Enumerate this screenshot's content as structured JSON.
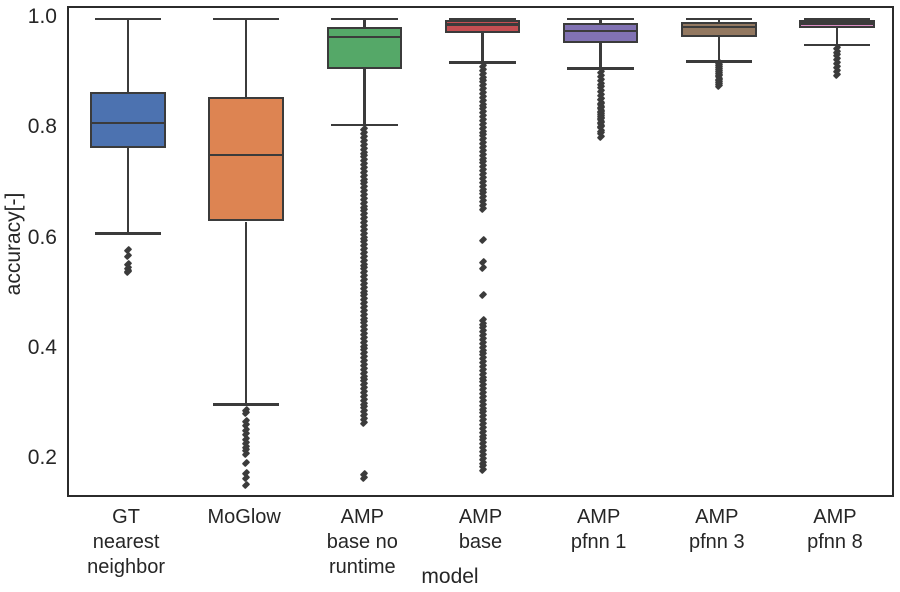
{
  "chart_data": {
    "type": "box",
    "title": "",
    "xlabel": "model",
    "ylabel": "accuracy[-]",
    "ylim": [
      0.13,
      1.02
    ],
    "yticks": [
      0.2,
      0.4,
      0.6,
      0.8,
      1.0
    ],
    "ytick_labels": [
      "0.2",
      "0.4",
      "0.6",
      "0.8",
      "1.0"
    ],
    "grid": false,
    "legend": "none",
    "categories": [
      "GT\nnearest\nneighbor",
      "MoGlow",
      "AMP\nbase no\nruntime",
      "AMP\nbase",
      "AMP\npfnn 1",
      "AMP\npfnn 3",
      "AMP\npfnn 8"
    ],
    "boxes": [
      {
        "label": "GT nearest neighbor",
        "color": "#4c72b0",
        "whisker_low": 0.611,
        "q1": 0.766,
        "median": 0.812,
        "q3": 0.868,
        "whisker_high": 1.0,
        "fliers": [
          0.582,
          0.571,
          0.556,
          0.549,
          0.544,
          0.541
        ]
      },
      {
        "label": "MoGlow",
        "color": "#dd8452",
        "whisker_low": 0.301,
        "q1": 0.633,
        "median": 0.754,
        "q3": 0.859,
        "whisker_high": 1.0,
        "fliers": [
          0.292,
          0.285,
          0.272,
          0.264,
          0.255,
          0.247,
          0.239,
          0.232,
          0.225,
          0.218,
          0.212,
          0.196,
          0.178,
          0.168,
          0.155
        ]
      },
      {
        "label": "AMP base no runtime",
        "color": "#55a868",
        "whisker_low": 0.808,
        "q1": 0.91,
        "median": 0.967,
        "q3": 0.985,
        "whisker_high": 1.0,
        "fliers": [
          0.8,
          0.793,
          0.786,
          0.779,
          0.772,
          0.765,
          0.758,
          0.751,
          0.744,
          0.737,
          0.73,
          0.723,
          0.716,
          0.709,
          0.702,
          0.695,
          0.688,
          0.681,
          0.674,
          0.667,
          0.66,
          0.653,
          0.646,
          0.639,
          0.632,
          0.625,
          0.618,
          0.611,
          0.604,
          0.597,
          0.59,
          0.583,
          0.576,
          0.569,
          0.562,
          0.555,
          0.548,
          0.541,
          0.534,
          0.527,
          0.52,
          0.513,
          0.506,
          0.499,
          0.492,
          0.485,
          0.478,
          0.471,
          0.464,
          0.457,
          0.45,
          0.443,
          0.436,
          0.429,
          0.422,
          0.415,
          0.408,
          0.401,
          0.394,
          0.387,
          0.38,
          0.373,
          0.366,
          0.359,
          0.352,
          0.345,
          0.338,
          0.331,
          0.324,
          0.317,
          0.31,
          0.303,
          0.296,
          0.289,
          0.282,
          0.275,
          0.268,
          0.176,
          0.168
        ]
      },
      {
        "label": "AMP base",
        "color": "#c44e52",
        "whisker_low": 0.921,
        "q1": 0.974,
        "median": 0.99,
        "q3": 0.998,
        "whisker_high": 1.0,
        "fliers": [
          0.915,
          0.908,
          0.901,
          0.894,
          0.887,
          0.88,
          0.873,
          0.866,
          0.859,
          0.852,
          0.845,
          0.838,
          0.831,
          0.824,
          0.817,
          0.81,
          0.803,
          0.796,
          0.789,
          0.782,
          0.775,
          0.768,
          0.761,
          0.754,
          0.747,
          0.74,
          0.733,
          0.726,
          0.719,
          0.712,
          0.705,
          0.698,
          0.691,
          0.684,
          0.677,
          0.67,
          0.663,
          0.656,
          0.6,
          0.56,
          0.548,
          0.5,
          0.455,
          0.448,
          0.441,
          0.434,
          0.427,
          0.42,
          0.413,
          0.406,
          0.399,
          0.392,
          0.385,
          0.378,
          0.371,
          0.364,
          0.357,
          0.35,
          0.343,
          0.336,
          0.329,
          0.322,
          0.315,
          0.308,
          0.301,
          0.294,
          0.287,
          0.28,
          0.273,
          0.266,
          0.259,
          0.252,
          0.245,
          0.238,
          0.231,
          0.224,
          0.217,
          0.21,
          0.203,
          0.196,
          0.189,
          0.182
        ]
      },
      {
        "label": "AMP pfnn 1",
        "color": "#8172b3",
        "whisker_low": 0.91,
        "q1": 0.956,
        "median": 0.978,
        "q3": 0.992,
        "whisker_high": 1.0,
        "fliers": [
          0.904,
          0.897,
          0.89,
          0.883,
          0.876,
          0.869,
          0.862,
          0.855,
          0.848,
          0.841,
          0.834,
          0.827,
          0.82,
          0.813,
          0.855,
          0.846,
          0.839,
          0.832,
          0.825,
          0.818,
          0.811,
          0.804,
          0.797,
          0.806,
          0.793,
          0.786
        ]
      },
      {
        "label": "AMP pfnn 3",
        "color": "#937860",
        "whisker_low": 0.923,
        "q1": 0.968,
        "median": 0.985,
        "q3": 0.995,
        "whisker_high": 1.0,
        "fliers": [
          0.917,
          0.91,
          0.903,
          0.896,
          0.889,
          0.882,
          0.92,
          0.913,
          0.906,
          0.899,
          0.892,
          0.885,
          0.878
        ]
      },
      {
        "label": "AMP pfnn 8",
        "color": "#da8bc3",
        "whisker_low": 0.953,
        "q1": 0.984,
        "median": 0.992,
        "q3": 0.998,
        "whisker_high": 1.0,
        "fliers": [
          0.948,
          0.941,
          0.934,
          0.927,
          0.92,
          0.913,
          0.906,
          0.899
        ]
      }
    ]
  },
  "axis": {
    "ylabel": "accuracy[-]",
    "xlabel": "model"
  }
}
